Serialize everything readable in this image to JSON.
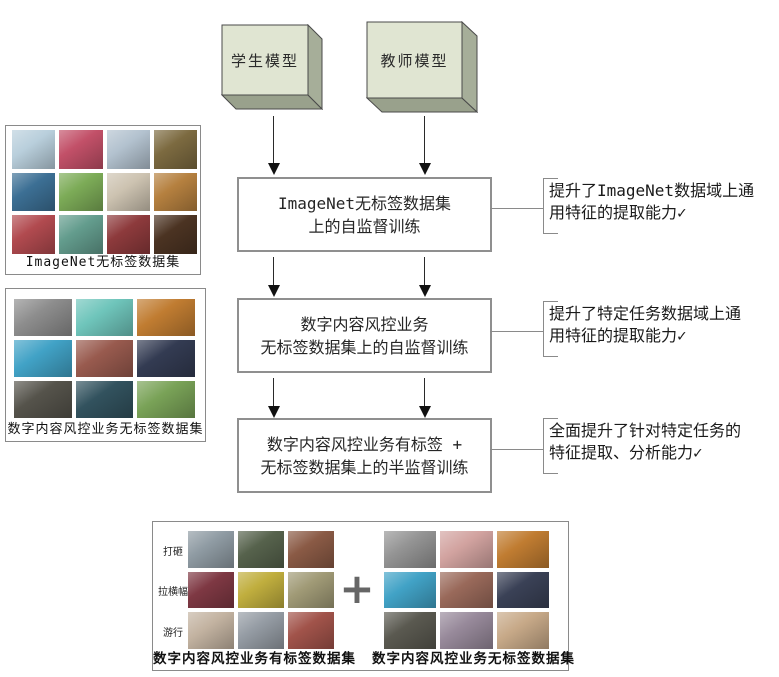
{
  "figure": {
    "type": "training-pipeline-flowchart",
    "colors": {
      "cube_front": "#e0e5d2",
      "cube_side": "#a6ae99",
      "cube_bottom": "#99a18c",
      "cube_edge": "#4a4a4a",
      "step_box_border": "#8f8f8f",
      "bracket": "#8a8a8a",
      "arrow": "#111111",
      "plus": "#666666",
      "panel_border": "#8a8a8a"
    }
  },
  "models": {
    "student": "学生模型",
    "teacher": "教师模型"
  },
  "steps": [
    {
      "line1": "ImageNet无标签数据集",
      "line2": "上的自监督训练",
      "note1": "提升了ImageNet数据域上通",
      "note2": "用特征的提取能力✓"
    },
    {
      "line1": "数字内容风控业务",
      "line2": "无标签数据集上的自监督训练",
      "note1": "提升了特定任务数据域上通",
      "note2": "用特征的提取能力✓"
    },
    {
      "line1": "数字内容风控业务有标签 +",
      "line2": "无标签数据集上的半监督训练",
      "note1": "全面提升了针对特定任务的",
      "note2": "特征提取、分析能力✓"
    }
  ],
  "datasets": {
    "plus": "+",
    "imagenet": {
      "caption": "ImageNet无标签数据集",
      "tiles": [
        "#b9cfdc",
        "#c25068",
        "#b3c2cf",
        "#7c6a40",
        "#3c6f94",
        "#7cab57",
        "#cdc3b1",
        "#b5803f",
        "#b14a4f",
        "#639c8d",
        "#8d3a3c",
        "#4b3322"
      ]
    },
    "risk_unlabeled": {
      "caption": "数字内容风控业务无标签数据集",
      "tiles": [
        "#8d8d8d",
        "#6fc5bb",
        "#c07c31",
        "#41a2c6",
        "#985a4e",
        "#333b52",
        "#55534b",
        "#32525e",
        "#79a257"
      ]
    },
    "labeled": {
      "caption": "数字内容风控业务有标签数据集",
      "row_labels": [
        "打砸",
        "拉横幅",
        "游行"
      ],
      "tiles": [
        "#8f9ba3",
        "#56624c",
        "#8a5a45",
        "#7e3843",
        "#c0ae3e",
        "#a09a76",
        "#c3b3a1",
        "#959ca4",
        "#a1534a"
      ]
    },
    "unlabeled_bottom": {
      "caption": "数字内容风控业务无标签数据集",
      "tiles": [
        "#949494",
        "#d2a3a0",
        "#c07c31",
        "#41a2c6",
        "#99695a",
        "#3a4156",
        "#5a5950",
        "#97899a",
        "#c7a988"
      ]
    }
  }
}
